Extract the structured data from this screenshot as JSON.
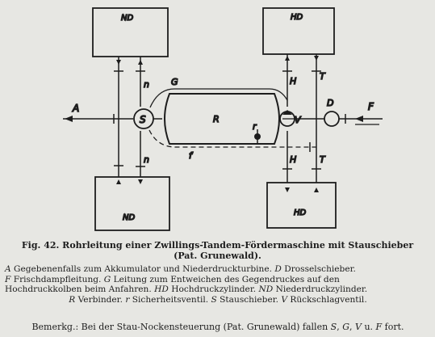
{
  "diagram": {
    "labels": {
      "nd_top": "ND",
      "hd_top": "HD",
      "nd_bottom": "ND",
      "hd_bottom": "HD",
      "stauschieber": "S",
      "verbinder": "R",
      "ventil": "V",
      "drossel": "D",
      "sicherheit": "r",
      "pipe_g": "G",
      "pipe_f": "f",
      "pipe_n_top": "n",
      "pipe_n_bottom": "n",
      "pipe_h_top": "H",
      "pipe_h_bottom": "H",
      "pipe_t_top": "T",
      "pipe_t_bottom": "T",
      "arrow_a": "A",
      "arrow_f": "F"
    }
  },
  "caption": {
    "line1": "Fig. 42.  Rohrleitung einer Zwillings-Tandem-Fördermaschine mit Stauschieber",
    "line2": "(Pat. Grunewald)."
  },
  "legend": {
    "l1": {
      "k1": "A",
      "t1": " Gegebenenfalls zum Akkumulator und Niederdruckturbine. ",
      "k2": "D",
      "t2": " Drosselschieber."
    },
    "l2": {
      "k1": "F",
      "t1": " Frischdampfleitung. ",
      "k2": "G",
      "t2": " Leitung zum Entweichen des Gegendruckes auf den"
    },
    "l3": {
      "t1": "Hochdruckkolben beim Anfahren. ",
      "k1": "HD",
      "t2": " Hochdruckzylinder. ",
      "k2": "ND",
      "t3": " Niederdruckzylinder."
    },
    "l4": {
      "k1": "R",
      "t1": " Verbinder. ",
      "k2": "r",
      "t2": " Sicherheitsventil. ",
      "k3": "S",
      "t3": " Stauschieber. ",
      "k4": "V",
      "t4": " Rückschlagventil."
    }
  },
  "note": {
    "t1": "Bemerkg.: Bei der Stau-Nockensteuerung (Pat. Grunewald) fallen ",
    "k1": "S",
    "t2": ", ",
    "k2": "G",
    "t3": ", ",
    "k3": "V",
    "t4": " u. ",
    "k4": "F",
    "t5": " fort."
  }
}
